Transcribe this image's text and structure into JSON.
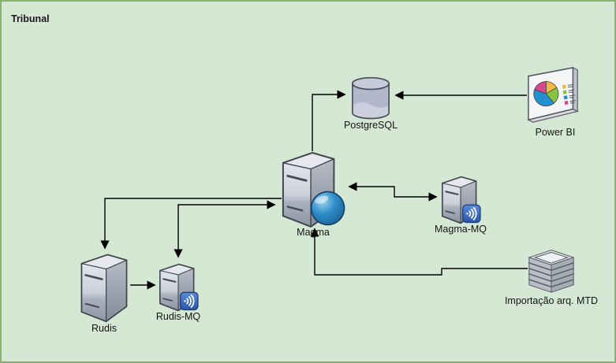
{
  "container": {
    "label": "Tribunal"
  },
  "nodes": {
    "postgresql": {
      "label": "PostgreSQL",
      "icon": "database-cylinder-icon"
    },
    "powerbi": {
      "label": "Power BI",
      "icon": "pie-chart-report-icon"
    },
    "magma": {
      "label": "Magma",
      "icon": "server-globe-icon"
    },
    "magma_mq": {
      "label": "Magma-MQ",
      "icon": "server-message-queue-icon"
    },
    "rudis": {
      "label": "Rudis",
      "icon": "server-icon"
    },
    "rudis_mq": {
      "label": "Rudis-MQ",
      "icon": "server-message-queue-icon"
    },
    "importacao": {
      "label": "Importação arq. MTD",
      "icon": "stacked-files-icon"
    }
  },
  "edges": [
    {
      "from": "magma",
      "to": "postgresql",
      "arrows": "end"
    },
    {
      "from": "powerbi",
      "to": "postgresql",
      "arrows": "end"
    },
    {
      "from": "magma",
      "to": "magma_mq",
      "arrows": "both"
    },
    {
      "from": "magma",
      "to": "rudis",
      "arrows": "end"
    },
    {
      "from": "rudis_mq",
      "to": "magma",
      "arrows": "both"
    },
    {
      "from": "rudis",
      "to": "rudis_mq",
      "arrows": "end"
    },
    {
      "from": "importacao",
      "to": "magma",
      "arrows": "end"
    }
  ],
  "colors": {
    "background": "#d5e8d4",
    "frame_border": "#85b36d",
    "connector": "#000000",
    "mq_badge_blue": "#2f5cae",
    "globe_blue": "#2787c6",
    "pie_yellow": "#f2b843",
    "pie_green": "#86c440",
    "pie_blue": "#2391d0",
    "pie_magenta": "#d4478e"
  }
}
